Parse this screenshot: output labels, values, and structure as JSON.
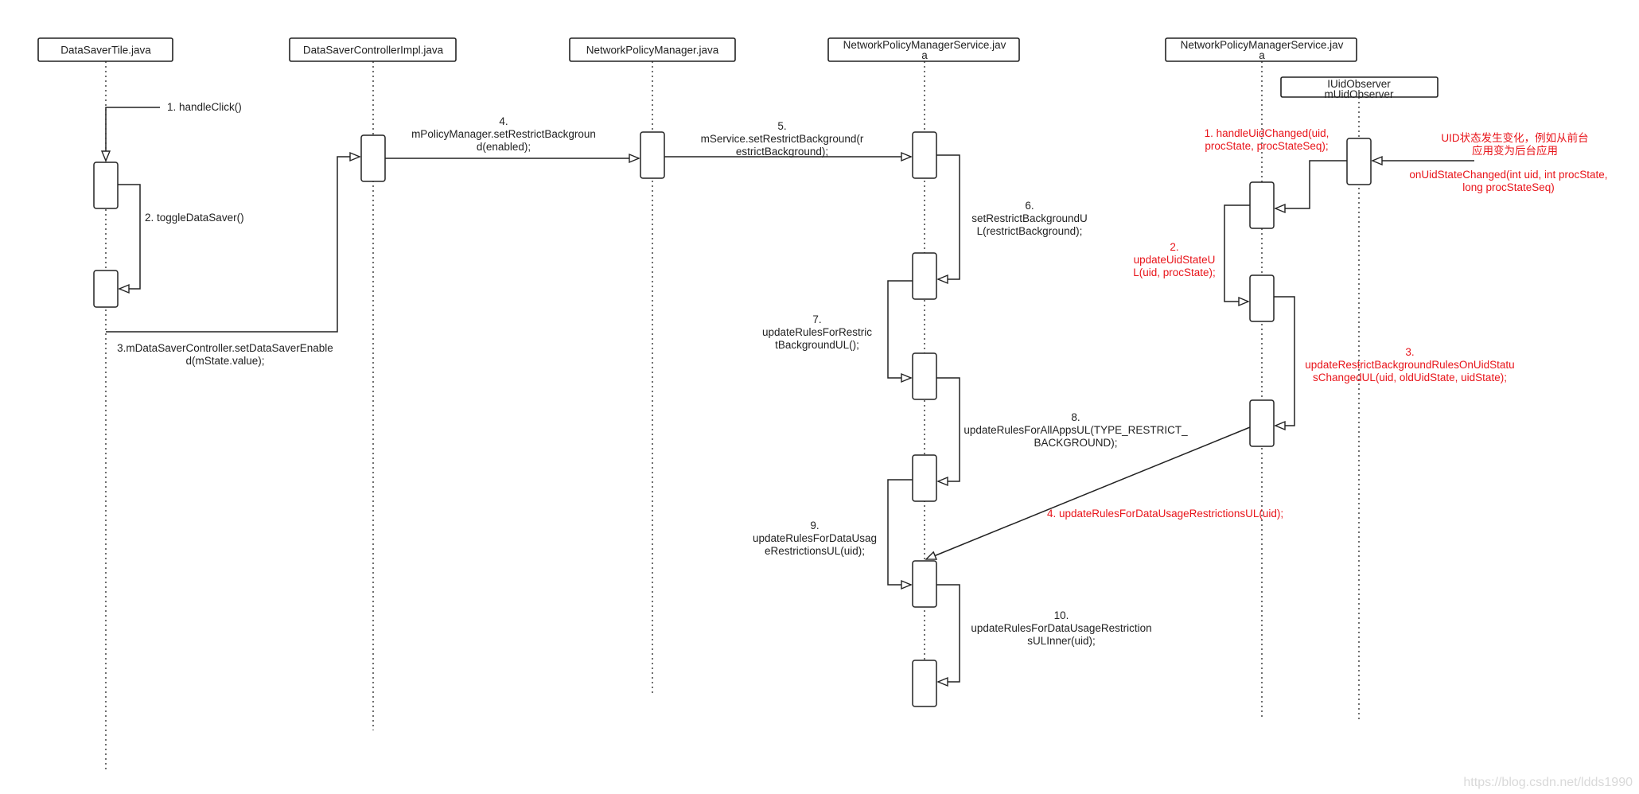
{
  "participants": [
    {
      "id": "p1",
      "label": [
        "DataSaverTile.java"
      ]
    },
    {
      "id": "p2",
      "label": [
        "DataSaverControllerImpl.java"
      ]
    },
    {
      "id": "p3",
      "label": [
        "NetworkPolicyManager.java"
      ]
    },
    {
      "id": "p4",
      "label": [
        "NetworkPolicyManagerService.jav",
        "a"
      ]
    },
    {
      "id": "p5",
      "label": [
        "NetworkPolicyManagerService.jav",
        "a"
      ]
    },
    {
      "id": "p6",
      "label": [
        "IUidObserver",
        "mUidObserver"
      ]
    }
  ],
  "messages": [
    {
      "id": "m1",
      "lines": [
        "1. handleClick()"
      ],
      "color": "#222222"
    },
    {
      "id": "m2",
      "lines": [
        "2. toggleDataSaver()"
      ],
      "color": "#222222"
    },
    {
      "id": "m3",
      "lines": [
        "3.mDataSaverController.setDataSaverEnable",
        "d(mState.value);"
      ],
      "color": "#222222"
    },
    {
      "id": "m4",
      "lines": [
        "4.",
        "mPolicyManager.setRestrictBackgroun",
        "d(enabled);"
      ],
      "color": "#222222"
    },
    {
      "id": "m5",
      "lines": [
        "5.",
        "mService.setRestrictBackground(r",
        "estrictBackground);"
      ],
      "color": "#222222"
    },
    {
      "id": "m6",
      "lines": [
        "6.",
        "setRestrictBackgroundU",
        "L(restrictBackground);"
      ],
      "color": "#222222"
    },
    {
      "id": "m7",
      "lines": [
        "7.",
        "updateRulesForRestric",
        "tBackgroundUL();"
      ],
      "color": "#222222"
    },
    {
      "id": "m8",
      "lines": [
        "8.",
        "updateRulesForAllAppsUL(TYPE_RESTRICT_",
        "BACKGROUND);"
      ],
      "color": "#222222"
    },
    {
      "id": "m9",
      "lines": [
        "9.",
        "updateRulesForDataUsag",
        "eRestrictionsUL(uid);"
      ],
      "color": "#222222"
    },
    {
      "id": "m10",
      "lines": [
        "10.",
        "updateRulesForDataUsageRestriction",
        "sULInner(uid);"
      ],
      "color": "#222222"
    },
    {
      "id": "r0",
      "lines": [
        "UID状态发生变化，例如从前台",
        "应用变为后台应用"
      ],
      "color": "#e8141a"
    },
    {
      "id": "r0b",
      "lines": [
        "onUidStateChanged(int uid, int procState,",
        "long procStateSeq)"
      ],
      "color": "#e8141a"
    },
    {
      "id": "r1",
      "lines": [
        "1. handleUidChanged(uid,",
        "procState, procStateSeq);"
      ],
      "color": "#e8141a"
    },
    {
      "id": "r2",
      "lines": [
        "2.",
        "updateUidStateU",
        "L(uid, procState);"
      ],
      "color": "#e8141a"
    },
    {
      "id": "r3",
      "lines": [
        "3.",
        "updateRestrictBackgroundRulesOnUidStatu",
        "sChangedUL(uid, oldUidState, uidState);"
      ],
      "color": "#e8141a"
    },
    {
      "id": "r4",
      "lines": [
        "4. updateRulesForDataUsageRestrictionsUL(uid);"
      ],
      "color": "#e8141a"
    }
  ],
  "watermark": "https://blog.csdn.net/ldds1990",
  "colors": {
    "line": "#222222",
    "annotation_red": "#e8141a",
    "background": "#ffffff"
  }
}
